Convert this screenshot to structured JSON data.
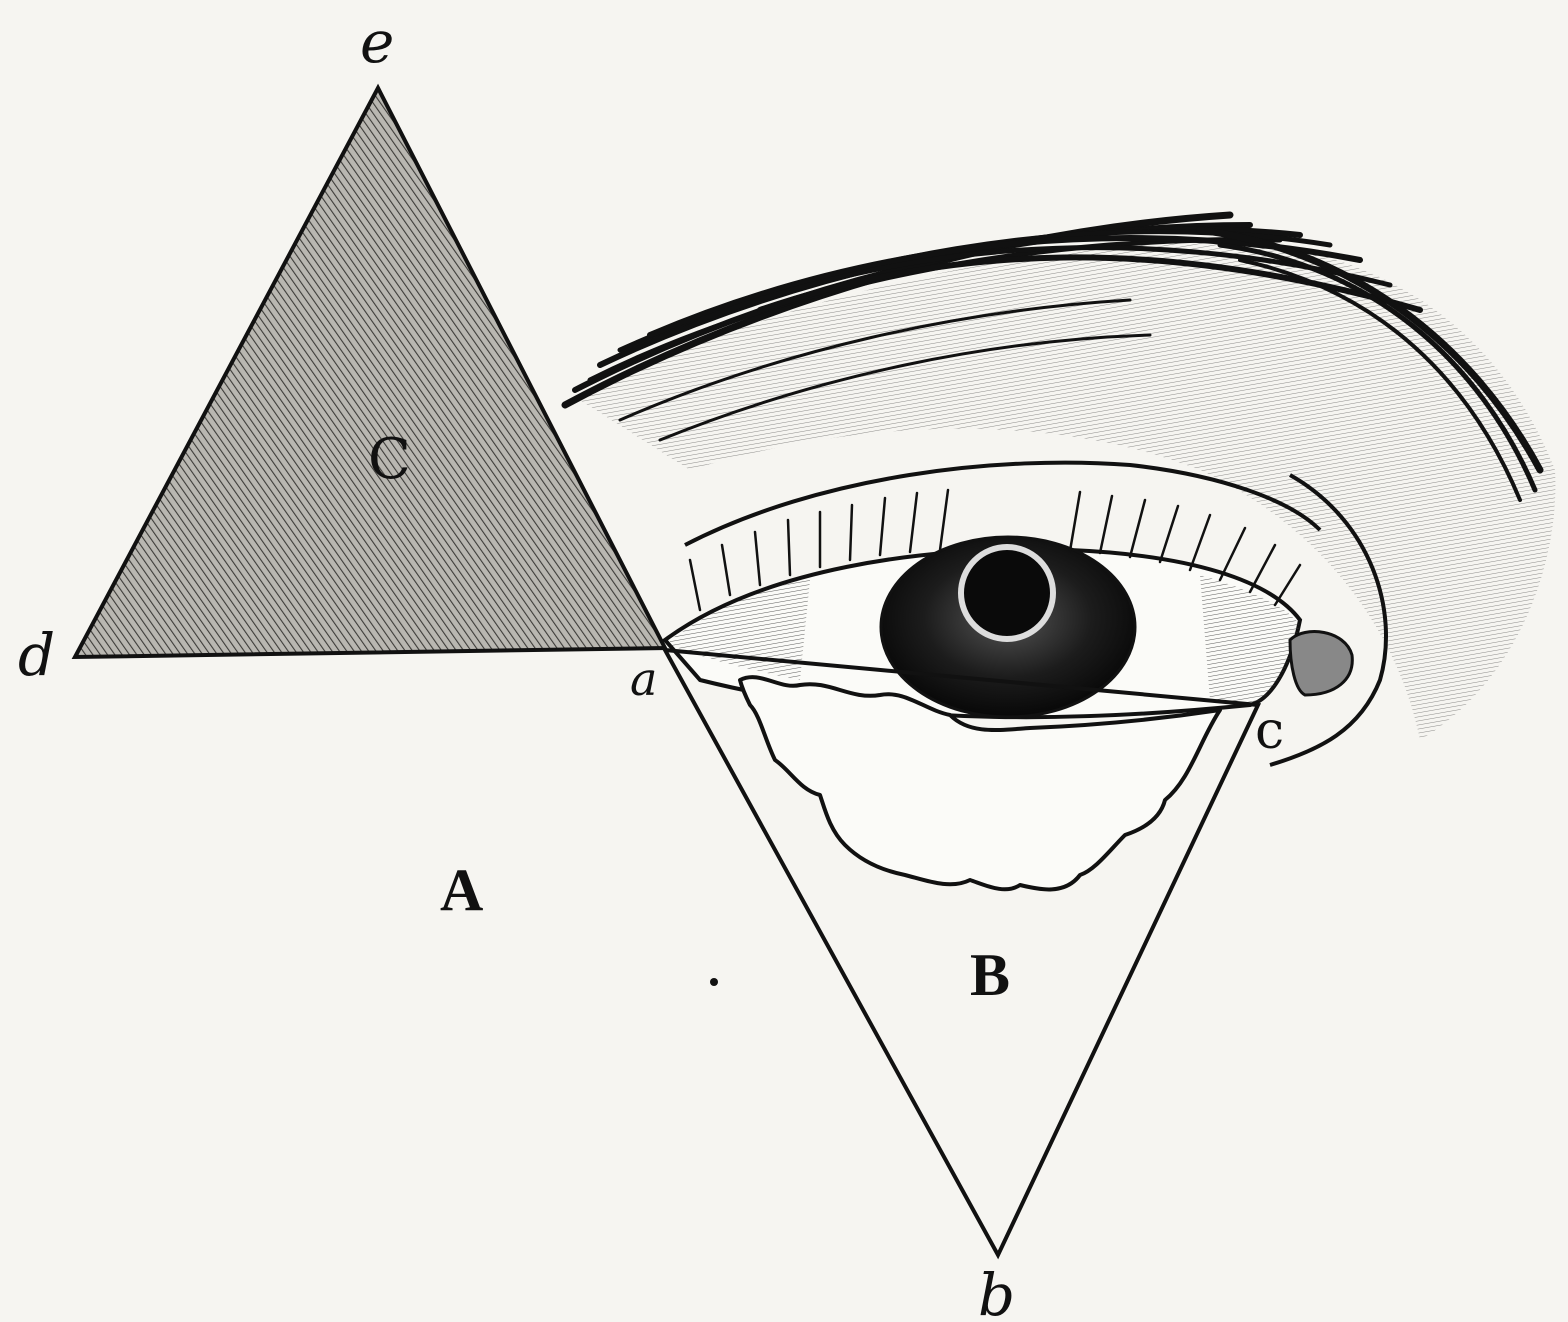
{
  "diagram": {
    "colors": {
      "ink": "#111111",
      "paper": "#f6f5f1",
      "shade": "#8d8b86",
      "iris": "#1a1a1a",
      "skin_hatch": "#3a3a3a"
    },
    "labels": {
      "vertex_e": "e",
      "vertex_d": "d",
      "vertex_a": "a",
      "vertex_c": "c",
      "vertex_b": "b",
      "triangle_c": "C",
      "region_a": "A",
      "region_b": "B"
    }
  }
}
